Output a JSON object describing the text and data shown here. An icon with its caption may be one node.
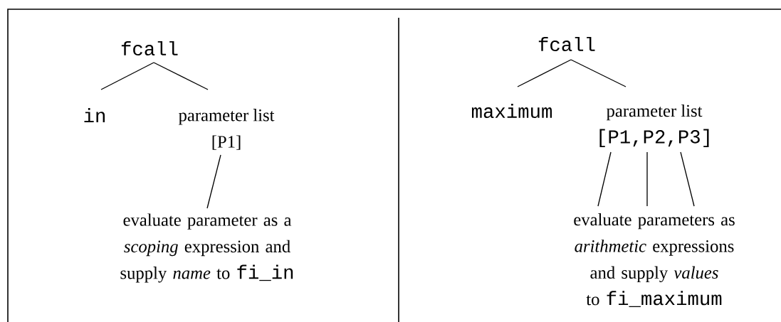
{
  "diagram": {
    "nodes": [
      {
        "text": [
          "fcall"
        ]
      },
      {
        "text": [
          "in"
        ]
      },
      {
        "text": [
          "parameter list",
          "[P1]"
        ]
      },
      {
        "text": [
          "evaluate parameter as a *scoping* expression and supply *name* to",
          "fi_in"
        ]
      },
      {
        "text": [
          "fcall"
        ]
      },
      {
        "text": [
          "maximum"
        ]
      },
      {
        "text": [
          "parameter list",
          "[P1,P2,P3]"
        ]
      },
      {
        "text": [
          "evaluate parameters as *arithmetic* expressions and supply *values* to",
          "fi_maximum"
        ]
      }
    ],
    "edges": [
      {
        "from": 0,
        "to": 1,
        "arrow": "none"
      },
      {
        "from": 0,
        "to": 2,
        "arrow": "none"
      },
      {
        "from": 2,
        "to": 3,
        "arrow": "none"
      },
      {
        "from": 4,
        "to": 5,
        "arrow": "none"
      },
      {
        "from": 4,
        "to": 6,
        "arrow": "none"
      },
      {
        "from": 6,
        "to": 7,
        "arrow": "none"
      },
      {
        "from": 6,
        "to": 7,
        "arrow": "none"
      },
      {
        "from": 6,
        "to": 7,
        "arrow": "none"
      }
    ]
  }
}
